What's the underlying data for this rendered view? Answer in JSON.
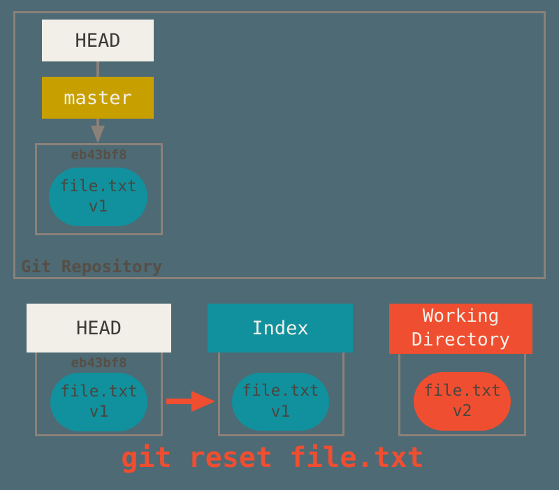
{
  "colors": {
    "background": "#4e6a74",
    "border": "#8b8179",
    "cream": "#f1efe7",
    "gold": "#c7a000",
    "teal": "#11919d",
    "red": "#f04e30",
    "ink_dark": "#3c3a36",
    "ink_muted": "#564f47",
    "pill_text": "#4a4641",
    "header_text_light": "#f2efe8"
  },
  "repository": {
    "label": "Git Repository",
    "head_ref": "HEAD",
    "branch": "master",
    "commit": {
      "hash": "eb43bf8",
      "file_name": "file.txt",
      "file_version": "v1"
    }
  },
  "areas": {
    "head": {
      "title": "HEAD",
      "hash": "eb43bf8",
      "file_name": "file.txt",
      "file_version": "v1"
    },
    "index": {
      "title": "Index",
      "file_name": "file.txt",
      "file_version": "v1"
    },
    "working_directory": {
      "title": "Working Directory",
      "file_name": "file.txt",
      "file_version": "v2"
    }
  },
  "caption": "git reset file.txt"
}
